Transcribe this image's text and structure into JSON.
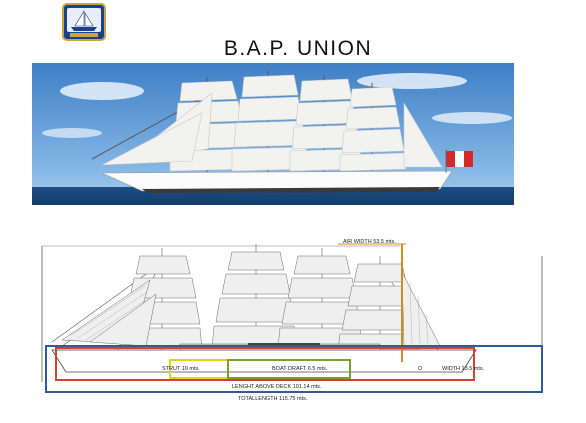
{
  "title": "B.A.P. UNION",
  "diagram": {
    "air_width": "AIR WIDTH 53.5 mts.",
    "strut": "STRUT  10 mts.",
    "boat_draft": "BOAT DRAFT 6.5 mts.",
    "width": "WIDTH 13.5 mts.",
    "length_above_deck": "LENGHT ABOVE DECK 101.14 mts.",
    "total_length": "TOTALLENGTH  115.75 mts.",
    "marker": "O"
  },
  "colors": {
    "air_width": "#d98a1e",
    "strut": "#e6d21a",
    "boat_draft": "#7aa12a",
    "width": "#c0392b",
    "length_above_deck": "#d64030",
    "total_length": "#2f5b9a"
  }
}
